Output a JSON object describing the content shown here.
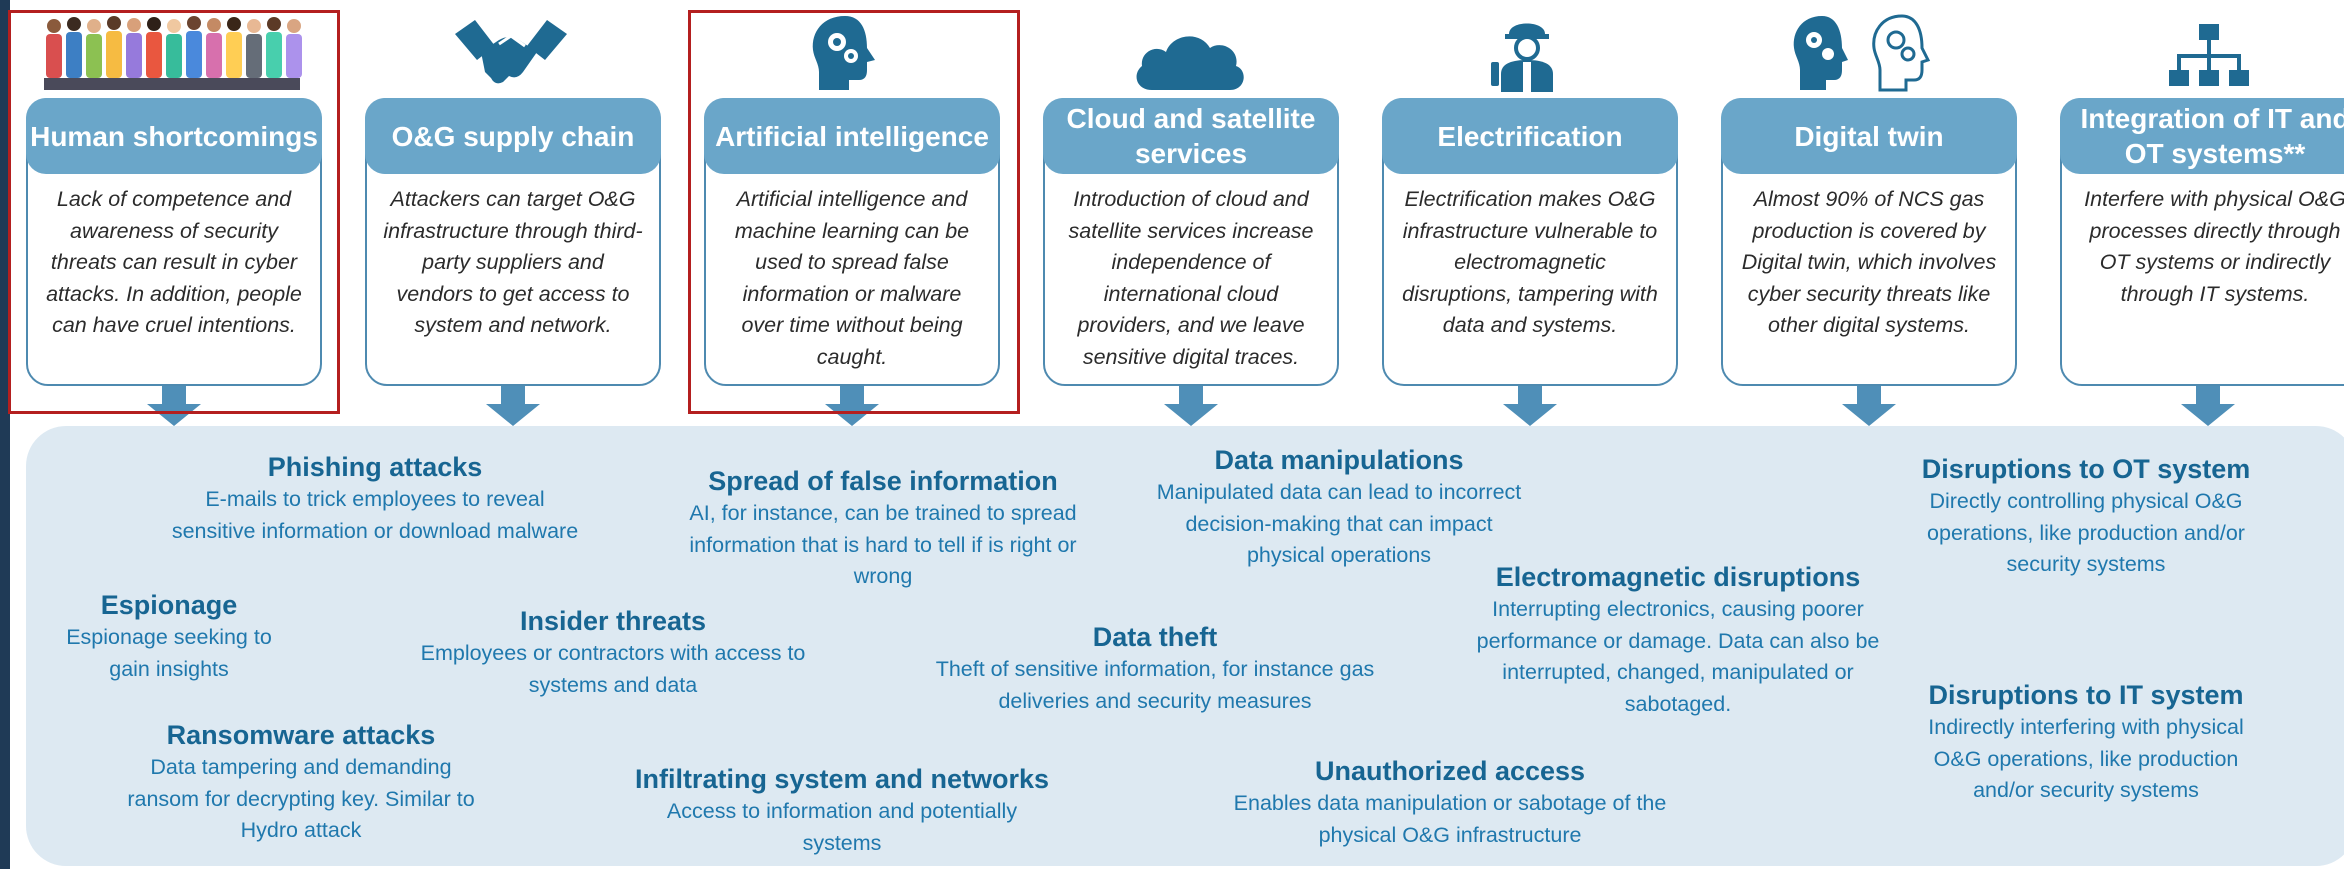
{
  "cards": [
    {
      "title": "Human shortcomings",
      "desc": "Lack of competence and awareness of security threats can result in cyber attacks. In addition, people can have cruel intentions.",
      "icon": "people-crowd-icon"
    },
    {
      "title": "O&G supply chain",
      "desc": "Attackers can target O&G infrastructure through third-party suppliers and vendors to get access to system and network.",
      "icon": "handshake-icon"
    },
    {
      "title": "Artificial intelligence",
      "desc": "Artificial intelligence and machine learning can be used to spread false information or malware over time without being caught.",
      "icon": "brain-gears-icon"
    },
    {
      "title": "Cloud and satellite services",
      "desc": "Introduction of cloud and satellite services increase independence of international cloud providers, and we leave sensitive digital traces.",
      "icon": "cloud-icon"
    },
    {
      "title": "Electrification",
      "desc": "Electrification makes O&G infrastructure vulnerable to electromagnetic disruptions, tampering with data and systems.",
      "icon": "electrician-icon"
    },
    {
      "title": "Digital twin",
      "desc": "Almost 90% of NCS gas production is covered by Digital twin, which involves cyber security threats like other digital systems.",
      "icon": "twin-heads-icon"
    },
    {
      "title": "Integration of IT and OT systems**",
      "desc": "Interfere with physical O&G processes directly through OT systems or indirectly through IT systems.",
      "icon": "org-chart-icon"
    }
  ],
  "threats": {
    "phishing": {
      "title": "Phishing attacks",
      "desc": "E-mails to trick employees to reveal sensitive information or download malware"
    },
    "espionage": {
      "title": "Espionage",
      "desc": "Espionage seeking to gain insights"
    },
    "insider": {
      "title": "Insider threats",
      "desc": "Employees or contractors with access to systems and data"
    },
    "ransomware": {
      "title": "Ransomware attacks",
      "desc": "Data tampering and demanding ransom for decrypting key. Similar to Hydro attack"
    },
    "infiltrating": {
      "title": "Infiltrating system and networks",
      "desc": "Access to information and potentially systems"
    },
    "false_info": {
      "title": "Spread of false information",
      "desc": "AI, for instance, can be trained to spread information that is hard to tell if is right or wrong"
    },
    "data_manip": {
      "title": "Data manipulations",
      "desc": "Manipulated data can lead to incorrect decision-making that can impact physical operations"
    },
    "data_theft": {
      "title": "Data theft",
      "desc": "Theft of sensitive information, for instance gas deliveries and security measures"
    },
    "unauthorized": {
      "title": "Unauthorized access",
      "desc": "Enables data manipulation or sabotage of the physical O&G infrastructure"
    },
    "electromagnetic": {
      "title": "Electromagnetic disruptions",
      "desc": "Interrupting electronics, causing poorer performance or damage. Data can also be interrupted, changed, manipulated or sabotaged."
    },
    "ot": {
      "title": "Disruptions to OT system",
      "desc": "Directly controlling physical O&G operations, like production and/or security systems"
    },
    "it": {
      "title": "Disruptions to IT system",
      "desc": "Indirectly interfering with physical O&G operations, like production and/or security systems"
    }
  },
  "colors": {
    "card_header": "#6aa6c9",
    "card_border": "#4e8ab0",
    "panel": "#dde9f2",
    "threat_title": "#176592",
    "highlight": "#b41f1f",
    "icon": "#1f6a92"
  }
}
